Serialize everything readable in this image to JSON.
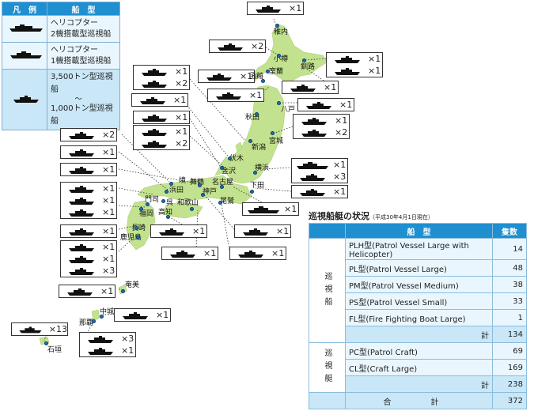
{
  "legend": {
    "header_left": "凡　例",
    "header_right": "船　型",
    "row1": "ヘリコプター\n2機搭載型巡視船",
    "row2": "ヘリコプター\n1機搭載型巡視船",
    "row3_top": "3,500トン型巡視船",
    "row3_mid": "～",
    "row3_bot": "1,000トン型巡視船"
  },
  "colors": {
    "land": "#c3e28f",
    "accent": "#1f8fd0",
    "light": "#eaf6fd",
    "mid": "#c9e7f7",
    "dot": "#1f6fb8"
  },
  "cities": {
    "wakkanai": "稚内",
    "otaru": "小樽",
    "muroran": "室蘭",
    "hakodate": "函館",
    "kushiro": "釧路",
    "hachinohe": "八戸",
    "akita": "秋田",
    "miyagi": "宮城",
    "niigata": "新潟",
    "fushiki": "伏木",
    "kanazawa": "金沢",
    "yokohama": "横浜",
    "maizuru": "舞鶴",
    "nagoya": "名古屋",
    "shimoda": "下田",
    "sakai": "境",
    "hamada": "浜田",
    "kobe": "神戸",
    "owase": "尾鷲",
    "wakayama": "和歌山",
    "mojiko": "門司",
    "kure": "呉",
    "fukuoka": "福岡",
    "kochi": "高知",
    "nagasaki": "長崎",
    "kagoshima": "鹿児島",
    "amami": "奄美",
    "nakagusuku": "中城",
    "naha": "那覇",
    "ishigaki": "石垣"
  },
  "shipboxes": [
    {
      "id": "wakkanai",
      "rows": [
        {
          "ship": "small",
          "count": "×1"
        }
      ]
    },
    {
      "id": "otaru",
      "rows": [
        {
          "ship": "small",
          "count": "×2"
        }
      ]
    },
    {
      "id": "hakodate",
      "rows": [
        {
          "ship": "small",
          "count": "×1"
        }
      ]
    },
    {
      "id": "muroran",
      "rows": [
        {
          "ship": "small",
          "count": "×1"
        }
      ]
    },
    {
      "id": "kushiro",
      "rows": [
        {
          "ship": "small",
          "count": "×1"
        },
        {
          "ship": "small",
          "count": "×1"
        }
      ]
    },
    {
      "id": "kushiro2",
      "rows": [
        {
          "ship": "small",
          "count": "×1"
        }
      ]
    },
    {
      "id": "hachinohe",
      "rows": [
        {
          "ship": "small",
          "count": "×1"
        }
      ]
    },
    {
      "id": "miyagi",
      "rows": [
        {
          "ship": "small",
          "count": "×1"
        },
        {
          "ship": "small",
          "count": "×2"
        }
      ]
    },
    {
      "id": "yokohama",
      "rows": [
        {
          "ship": "heli1",
          "count": "×1"
        },
        {
          "ship": "small",
          "count": "×3"
        }
      ]
    },
    {
      "id": "shimoda",
      "rows": [
        {
          "ship": "small",
          "count": "×1"
        }
      ]
    },
    {
      "id": "nagoya",
      "rows": [
        {
          "ship": "heli1",
          "count": "×1"
        }
      ]
    },
    {
      "id": "niigata_a",
      "rows": [
        {
          "ship": "small",
          "count": "×1"
        },
        {
          "ship": "small",
          "count": "×2"
        }
      ]
    },
    {
      "id": "niigata_b",
      "rows": [
        {
          "ship": "small",
          "count": "×1"
        }
      ]
    },
    {
      "id": "fushiki_a",
      "rows": [
        {
          "ship": "small",
          "count": "×1"
        }
      ]
    },
    {
      "id": "fushiki_b",
      "rows": [
        {
          "ship": "small",
          "count": "×1"
        },
        {
          "ship": "small",
          "count": "×2"
        }
      ]
    },
    {
      "id": "sakai",
      "rows": [
        {
          "ship": "small",
          "count": "×2"
        }
      ]
    },
    {
      "id": "hamada",
      "rows": [
        {
          "ship": "small",
          "count": "×1"
        }
      ]
    },
    {
      "id": "maizuru",
      "rows": [
        {
          "ship": "small",
          "count": "×1"
        }
      ]
    },
    {
      "id": "mojiko",
      "rows": [
        {
          "ship": "small",
          "count": "×1"
        },
        {
          "ship": "small",
          "count": "×1"
        },
        {
          "ship": "small",
          "count": "×1"
        }
      ]
    },
    {
      "id": "fukuoka",
      "rows": [
        {
          "ship": "small",
          "count": "×1"
        }
      ]
    },
    {
      "id": "nagasaki",
      "rows": [
        {
          "ship": "small",
          "count": "×1"
        },
        {
          "ship": "small",
          "count": "×1"
        },
        {
          "ship": "small",
          "count": "×3"
        }
      ]
    },
    {
      "id": "kochi",
      "rows": [
        {
          "ship": "small",
          "count": "×1"
        }
      ]
    },
    {
      "id": "wakayama",
      "rows": [
        {
          "ship": "small",
          "count": "×1"
        }
      ]
    },
    {
      "id": "kobe",
      "rows": [
        {
          "ship": "small",
          "count": "×1"
        }
      ]
    },
    {
      "id": "owase",
      "rows": [
        {
          "ship": "small",
          "count": "×1"
        }
      ]
    },
    {
      "id": "amami",
      "rows": [
        {
          "ship": "small",
          "count": "×1"
        }
      ]
    },
    {
      "id": "nakagusuku",
      "rows": [
        {
          "ship": "small",
          "count": "×1"
        }
      ]
    },
    {
      "id": "naha",
      "rows": [
        {
          "ship": "small",
          "count": "×3"
        },
        {
          "ship": "small",
          "count": "×1"
        }
      ]
    },
    {
      "id": "ishigaki",
      "rows": [
        {
          "ship": "small",
          "count": "×13"
        }
      ]
    }
  ],
  "fleet": {
    "title": "巡視船艇の状況",
    "date_note": "（平成30年4月1日現在）",
    "col_type": "船　型",
    "col_count": "隻数",
    "cat1": "巡視船",
    "cat2": "巡視艇",
    "rows1": [
      {
        "label": "PLH型(Patrol Vessel Large with Helicopter)",
        "value": "14"
      },
      {
        "label": "PL型(Patrol Vessel Large)",
        "value": "48"
      },
      {
        "label": "PM型(Patrol Vessel Medium)",
        "value": "38"
      },
      {
        "label": "PS型(Patrol Vessel Small)",
        "value": "33"
      },
      {
        "label": "FL型(Fire Fighting Boat Large)",
        "value": "1"
      }
    ],
    "sub1_label": "計",
    "sub1_value": "134",
    "rows2": [
      {
        "label": "PC型(Patrol Craft)",
        "value": "69"
      },
      {
        "label": "CL型(Craft Large)",
        "value": "169"
      }
    ],
    "sub2_label": "計",
    "sub2_value": "238",
    "total_label": "合　計",
    "total_value": "372"
  }
}
